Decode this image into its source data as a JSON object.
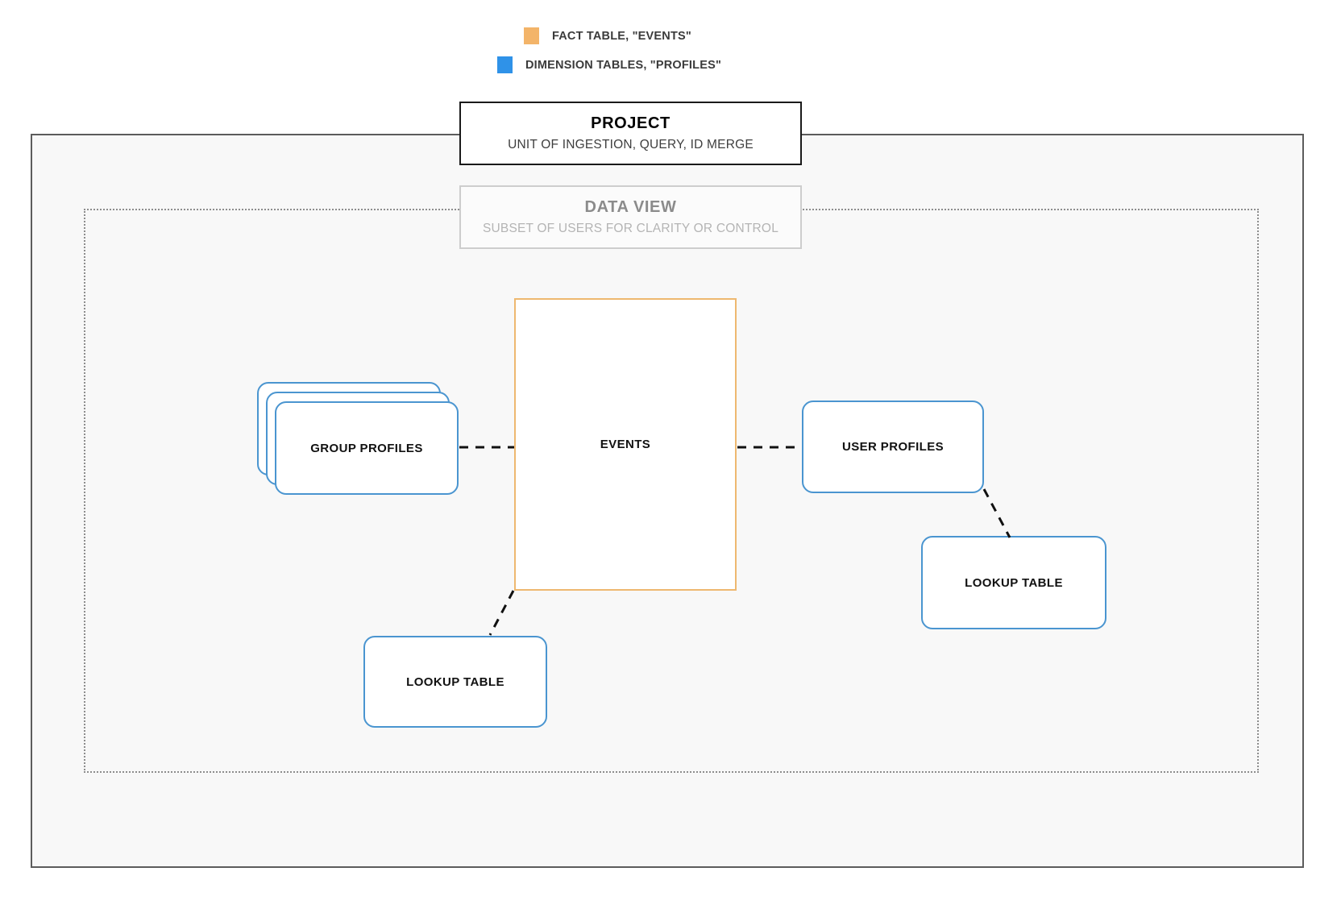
{
  "legend": {
    "items": [
      {
        "id": "fact-table",
        "label": "FACT TABLE, \"EVENTS\"",
        "color": "#f3b469",
        "icon": "orange-square-swatch"
      },
      {
        "id": "dimension-tables",
        "label": "DIMENSION TABLES, \"PROFILES\"",
        "color": "#2f92e8",
        "icon": "blue-square-swatch"
      }
    ]
  },
  "project": {
    "title": "PROJECT",
    "subtitle": "UNIT OF INGESTION, QUERY, ID MERGE",
    "border_color": "#1a1a1a",
    "fill_color": "#f8f8f8"
  },
  "data_view": {
    "title": "DATA VIEW",
    "subtitle": "SUBSET OF USERS FOR CLARITY OR CONTROL",
    "border_color": "#cdcdcd",
    "frame_border_color": "#8d8d8d"
  },
  "nodes": {
    "events": {
      "label": "EVENTS",
      "type": "fact-table",
      "color": "#eeb870"
    },
    "group_profiles": {
      "label": "GROUP PROFILES",
      "type": "dimension-table",
      "color": "#4a95d0",
      "stacked": true,
      "stack_count": 3
    },
    "user_profiles": {
      "label": "USER PROFILES",
      "type": "dimension-table",
      "color": "#4a95d0"
    },
    "lookup_left": {
      "label": "LOOKUP TABLE",
      "type": "dimension-table",
      "color": "#4a95d0"
    },
    "lookup_right": {
      "label": "LOOKUP TABLE",
      "type": "dimension-table",
      "color": "#4a95d0"
    }
  },
  "edges": [
    {
      "from": "group_profiles",
      "to": "events",
      "style": "dashed"
    },
    {
      "from": "events",
      "to": "user_profiles",
      "style": "dashed"
    },
    {
      "from": "events",
      "to": "lookup_left",
      "style": "dashed"
    },
    {
      "from": "user_profiles",
      "to": "lookup_right",
      "style": "dashed"
    }
  ]
}
